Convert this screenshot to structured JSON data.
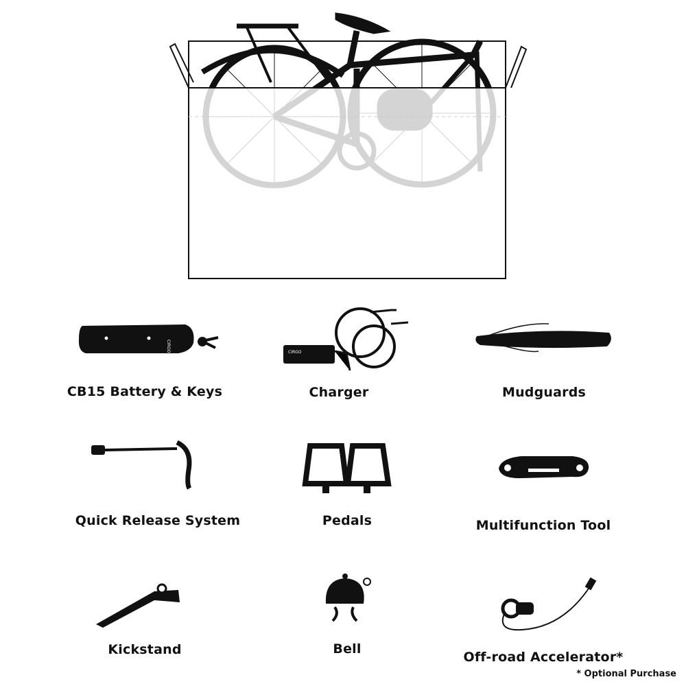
{
  "hero": {
    "description_icon": "bicycle-in-box-icon"
  },
  "brand_logo_text": "CIRGO",
  "items": [
    {
      "label": "CB15 Battery & Keys",
      "icon": "battery-keys-icon"
    },
    {
      "label": "Charger",
      "icon": "charger-icon"
    },
    {
      "label": "Mudguards",
      "icon": "mudguard-icon"
    },
    {
      "label": "Quick Release System",
      "icon": "quick-release-icon"
    },
    {
      "label": "Pedals",
      "icon": "pedals-icon"
    },
    {
      "label": "Multifunction Tool",
      "icon": "multitool-icon"
    },
    {
      "label": "Kickstand",
      "icon": "kickstand-icon"
    },
    {
      "label": "Bell",
      "icon": "bell-icon"
    },
    {
      "label": "Off-road Accelerator*",
      "icon": "accelerator-icon"
    }
  ],
  "footnote": "* Optional Purchase",
  "colors": {
    "ink": "#111111",
    "faded": "#d3dbd8"
  }
}
